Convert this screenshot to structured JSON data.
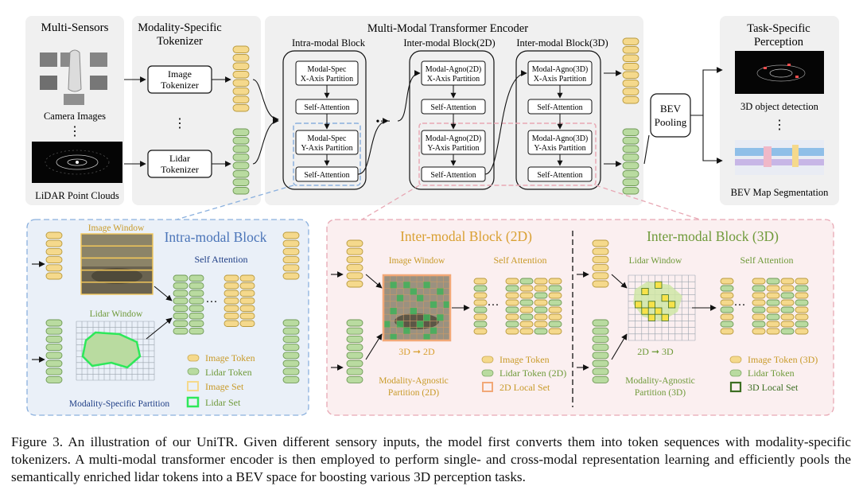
{
  "top": {
    "multi_sensors": "Multi-Sensors",
    "camera_images": "Camera Images",
    "lidar_point_clouds": "LiDAR Point Clouds",
    "tokenizer_title": [
      "Modality-Specific",
      "Tokenizer"
    ],
    "image_tokenizer": [
      "Image",
      "Tokenizer"
    ],
    "lidar_tokenizer": [
      "Lidar",
      "Tokenizer"
    ],
    "encoder_title": "Multi-Modal Transformer Encoder",
    "intra_block": "Intra-modal Block",
    "inter2d_block": "Inter-modal Block(2D)",
    "inter3d_block": "Inter-modal Block(3D)",
    "intra_p1": [
      "Modal-Spec",
      "X-Axis Partition"
    ],
    "intra_p2": [
      "Modal-Spec",
      "Y-Axis Partition"
    ],
    "inter2d_p1": [
      "Modal-Agno(2D)",
      "X-Axis Partition"
    ],
    "inter2d_p2": [
      "Modal-Agno(2D)",
      "Y-Axis Partition"
    ],
    "inter3d_p1": [
      "Modal-Agno(3D)",
      "X-Axis Partition"
    ],
    "inter3d_p2": [
      "Modal-Agno(3D)",
      "Y-Axis Partition"
    ],
    "self_attention": "Self-Attention",
    "bev_pooling": [
      "BEV",
      "Pooling"
    ],
    "task_title": [
      "Task-Specific",
      "Perception"
    ],
    "det_label": "3D object detection",
    "seg_label": "BEV Map Segmentation",
    "vdots": "⋮",
    "dots": "•···"
  },
  "bottom": {
    "intra": {
      "title": "Intra-modal Block",
      "image_window": "Image Window",
      "lidar_window": "Lidar Window",
      "self_attention": "Self Attention",
      "partition": "Modality-Specific Partition",
      "legend": [
        "Image Token",
        "Lidar Token",
        "Image Set",
        "Lidar Set"
      ],
      "dots": "···"
    },
    "inter2d": {
      "title": "Inter-modal Block (2D)",
      "image_window": "Image Window",
      "self_attention": "Self Attention",
      "arrow": "3D ➞ 2D",
      "partition": [
        "Modality-Agnostic",
        "Partition (2D)"
      ],
      "legend": [
        "Image Token",
        "Lidar Token (2D)",
        "2D Local Set"
      ],
      "dots": "···"
    },
    "inter3d": {
      "title": "Inter-modal Block (3D)",
      "lidar_window": "Lidar Window",
      "self_attention": "Self Attention",
      "arrow": "2D ➞ 3D",
      "partition": [
        "Modality-Agnostic",
        "Partition (3D)"
      ],
      "legend": [
        "Image Token (3D)",
        "Lidar Token",
        "3D Local Set"
      ],
      "dots": "···"
    }
  },
  "colors": {
    "image_token": "#f5d98c",
    "lidar_token": "#b9dba0",
    "intra_blue": "#4a74b8",
    "inter2d_orange": "#d9a032",
    "inter3d_green": "#6f9a3a",
    "panel_gray": "#f0f0f0",
    "intra_bg": "#eaf0f8",
    "inter_bg": "#fbeff0"
  },
  "caption": "Figure 3. An illustration of our UniTR. Given different sensory inputs, the model first converts them into token sequences with modality-specific tokenizers. A multi-modal transformer encoder is then employed to perform single- and cross-modal representation learning and efficiently pools the semantically enriched lidar tokens into a BEV space for boosting various 3D perception tasks."
}
